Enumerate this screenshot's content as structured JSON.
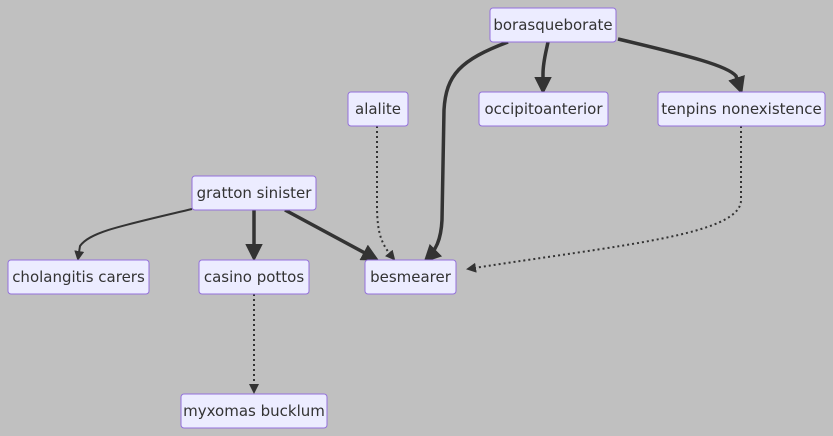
{
  "nodes": {
    "borasqueborate": "borasqueborate",
    "alalite": "alalite",
    "occipitoanterior": "occipitoanterior",
    "tenpins_nonexistence": "tenpins nonexistence",
    "gratton_sinister": "gratton sinister",
    "cholangitis_carers": "cholangitis carers",
    "casino_pottos": "casino pottos",
    "besmearer": "besmearer",
    "myxomas_bucklum": "myxomas bucklum"
  },
  "edges": [
    {
      "from": "borasqueborate",
      "to": "besmearer",
      "style": "thick"
    },
    {
      "from": "borasqueborate",
      "to": "occipitoanterior",
      "style": "thick"
    },
    {
      "from": "borasqueborate",
      "to": "tenpins_nonexistence",
      "style": "thick"
    },
    {
      "from": "alalite",
      "to": "besmearer",
      "style": "dotted"
    },
    {
      "from": "tenpins_nonexistence",
      "to": "besmearer",
      "style": "dotted"
    },
    {
      "from": "gratton_sinister",
      "to": "cholangitis_carers",
      "style": "normal"
    },
    {
      "from": "gratton_sinister",
      "to": "casino_pottos",
      "style": "thick"
    },
    {
      "from": "gratton_sinister",
      "to": "besmearer",
      "style": "thick"
    },
    {
      "from": "casino_pottos",
      "to": "myxomas_bucklum",
      "style": "dotted"
    }
  ],
  "colors": {
    "background": "#c0c0c0",
    "node_fill": "#ececff",
    "node_border": "#9370db",
    "edge": "#333333",
    "text": "#333333"
  }
}
